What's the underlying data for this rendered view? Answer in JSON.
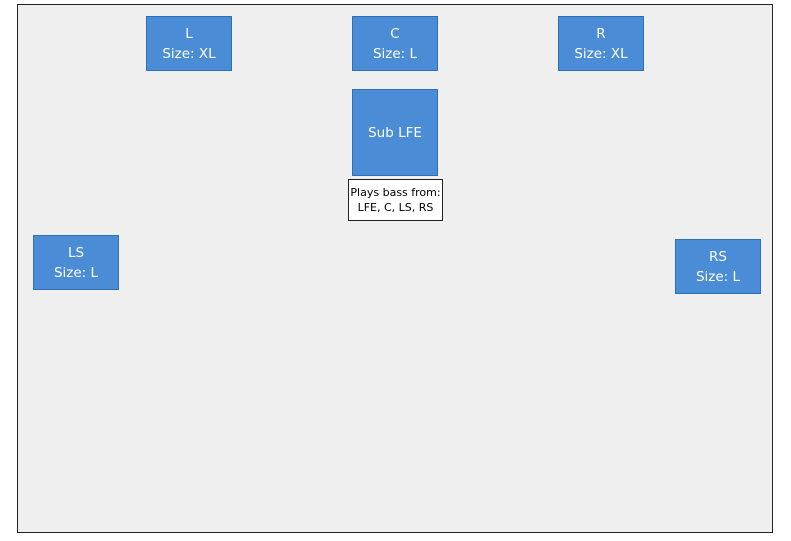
{
  "speakers": {
    "l": {
      "name": "L",
      "size": "Size: XL"
    },
    "c": {
      "name": "C",
      "size": "Size: L"
    },
    "r": {
      "name": "R",
      "size": "Size: XL"
    },
    "sub": {
      "name": "Sub LFE"
    },
    "ls": {
      "name": "LS",
      "size": "Size: L"
    },
    "rs": {
      "name": "RS",
      "size": "Size: L"
    }
  },
  "sub_note": {
    "line1": "Plays bass from:",
    "line2": "LFE, C, LS, RS"
  },
  "colors": {
    "speaker_fill": "#4a8dd6",
    "speaker_border": "#2f6fb3",
    "canvas_background": "#efefef",
    "note_background": "#ffffff"
  }
}
